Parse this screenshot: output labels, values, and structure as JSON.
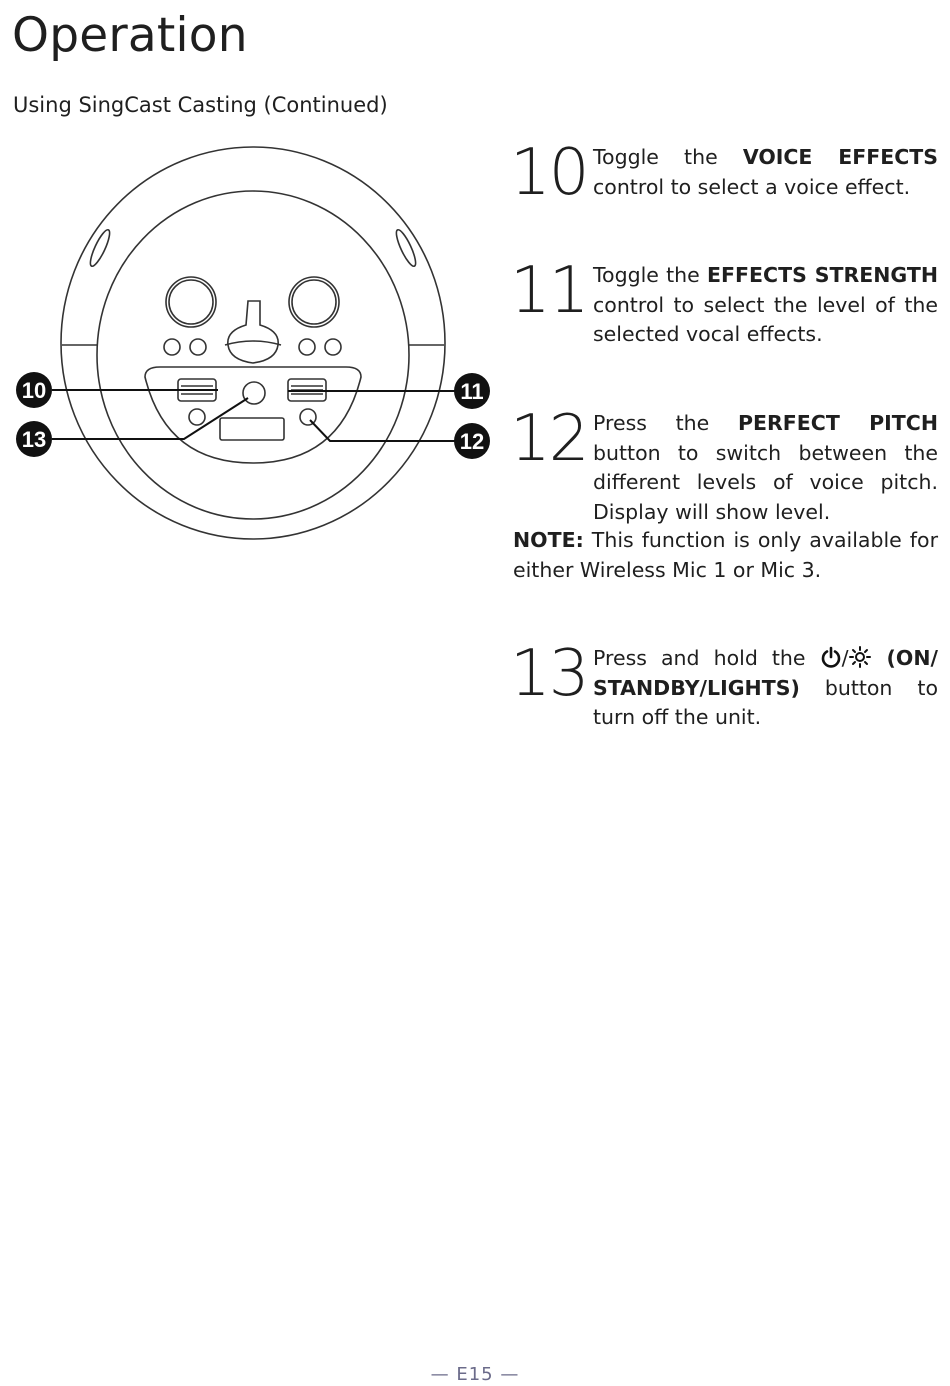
{
  "page": {
    "title": "Operation",
    "subtitle": "Using SingCast Casting (Continued)",
    "page_number": "— E15 —"
  },
  "diagram": {
    "callouts": [
      "10",
      "11",
      "12",
      "13"
    ]
  },
  "steps": [
    {
      "number": "10",
      "pre": "Toggle the ",
      "bold": "VOICE EFFECTS",
      "post": " control to select a voice effect."
    },
    {
      "number": "11",
      "pre": "Toggle the ",
      "bold": "EFFECTS STRENGTH",
      "post": " control to select the level of the selected vocal effects."
    },
    {
      "number": "12",
      "pre": "Press the ",
      "bold": "PERFECT PITCH",
      "post": " button to switch between the different levels of voice pitch. Display will show level."
    },
    {
      "number": "13",
      "pre": "Press and hold the ",
      "bold": "(ON/ STANDBY/LIGHTS)",
      "post": " button to turn off the unit."
    }
  ],
  "note": {
    "label": "NOTE:",
    "text": " This function is only available for either Wireless Mic 1 or Mic 3."
  },
  "icons": {
    "power": "power-icon",
    "lights": "light-icon"
  }
}
